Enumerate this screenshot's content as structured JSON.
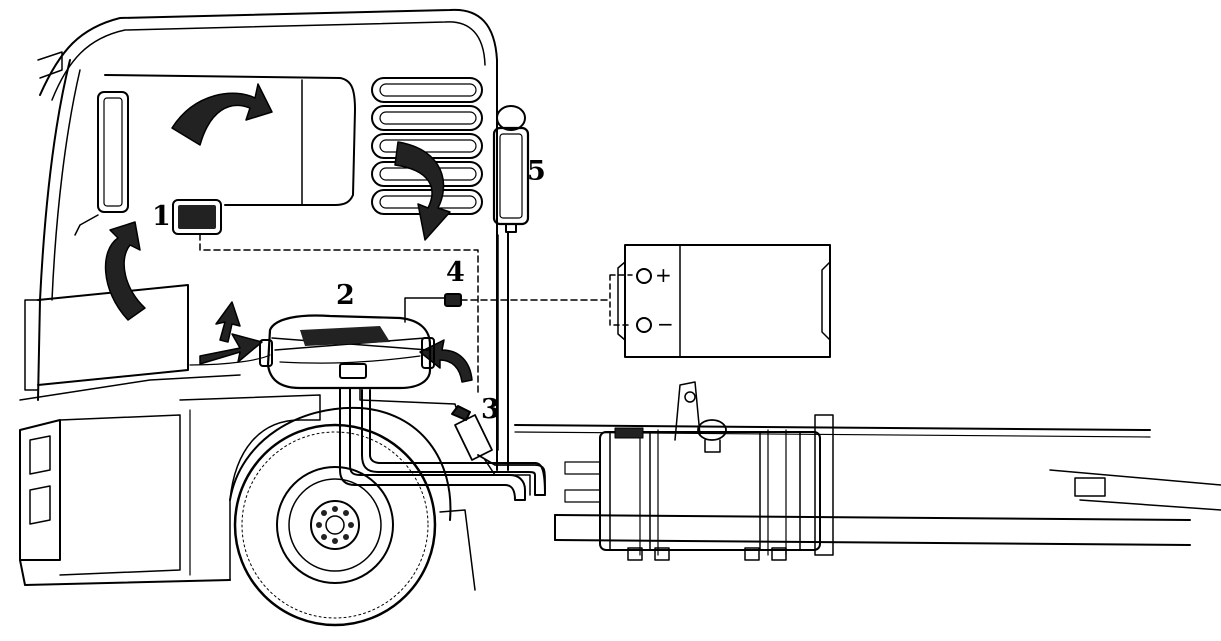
{
  "callouts": {
    "c1": "1",
    "c2": "2",
    "c3": "3",
    "c4": "4",
    "c5": "5"
  },
  "battery": {
    "plus": "+",
    "minus": "−"
  },
  "colors": {
    "line": "#000000",
    "background": "#ffffff",
    "fill": "#222222"
  }
}
